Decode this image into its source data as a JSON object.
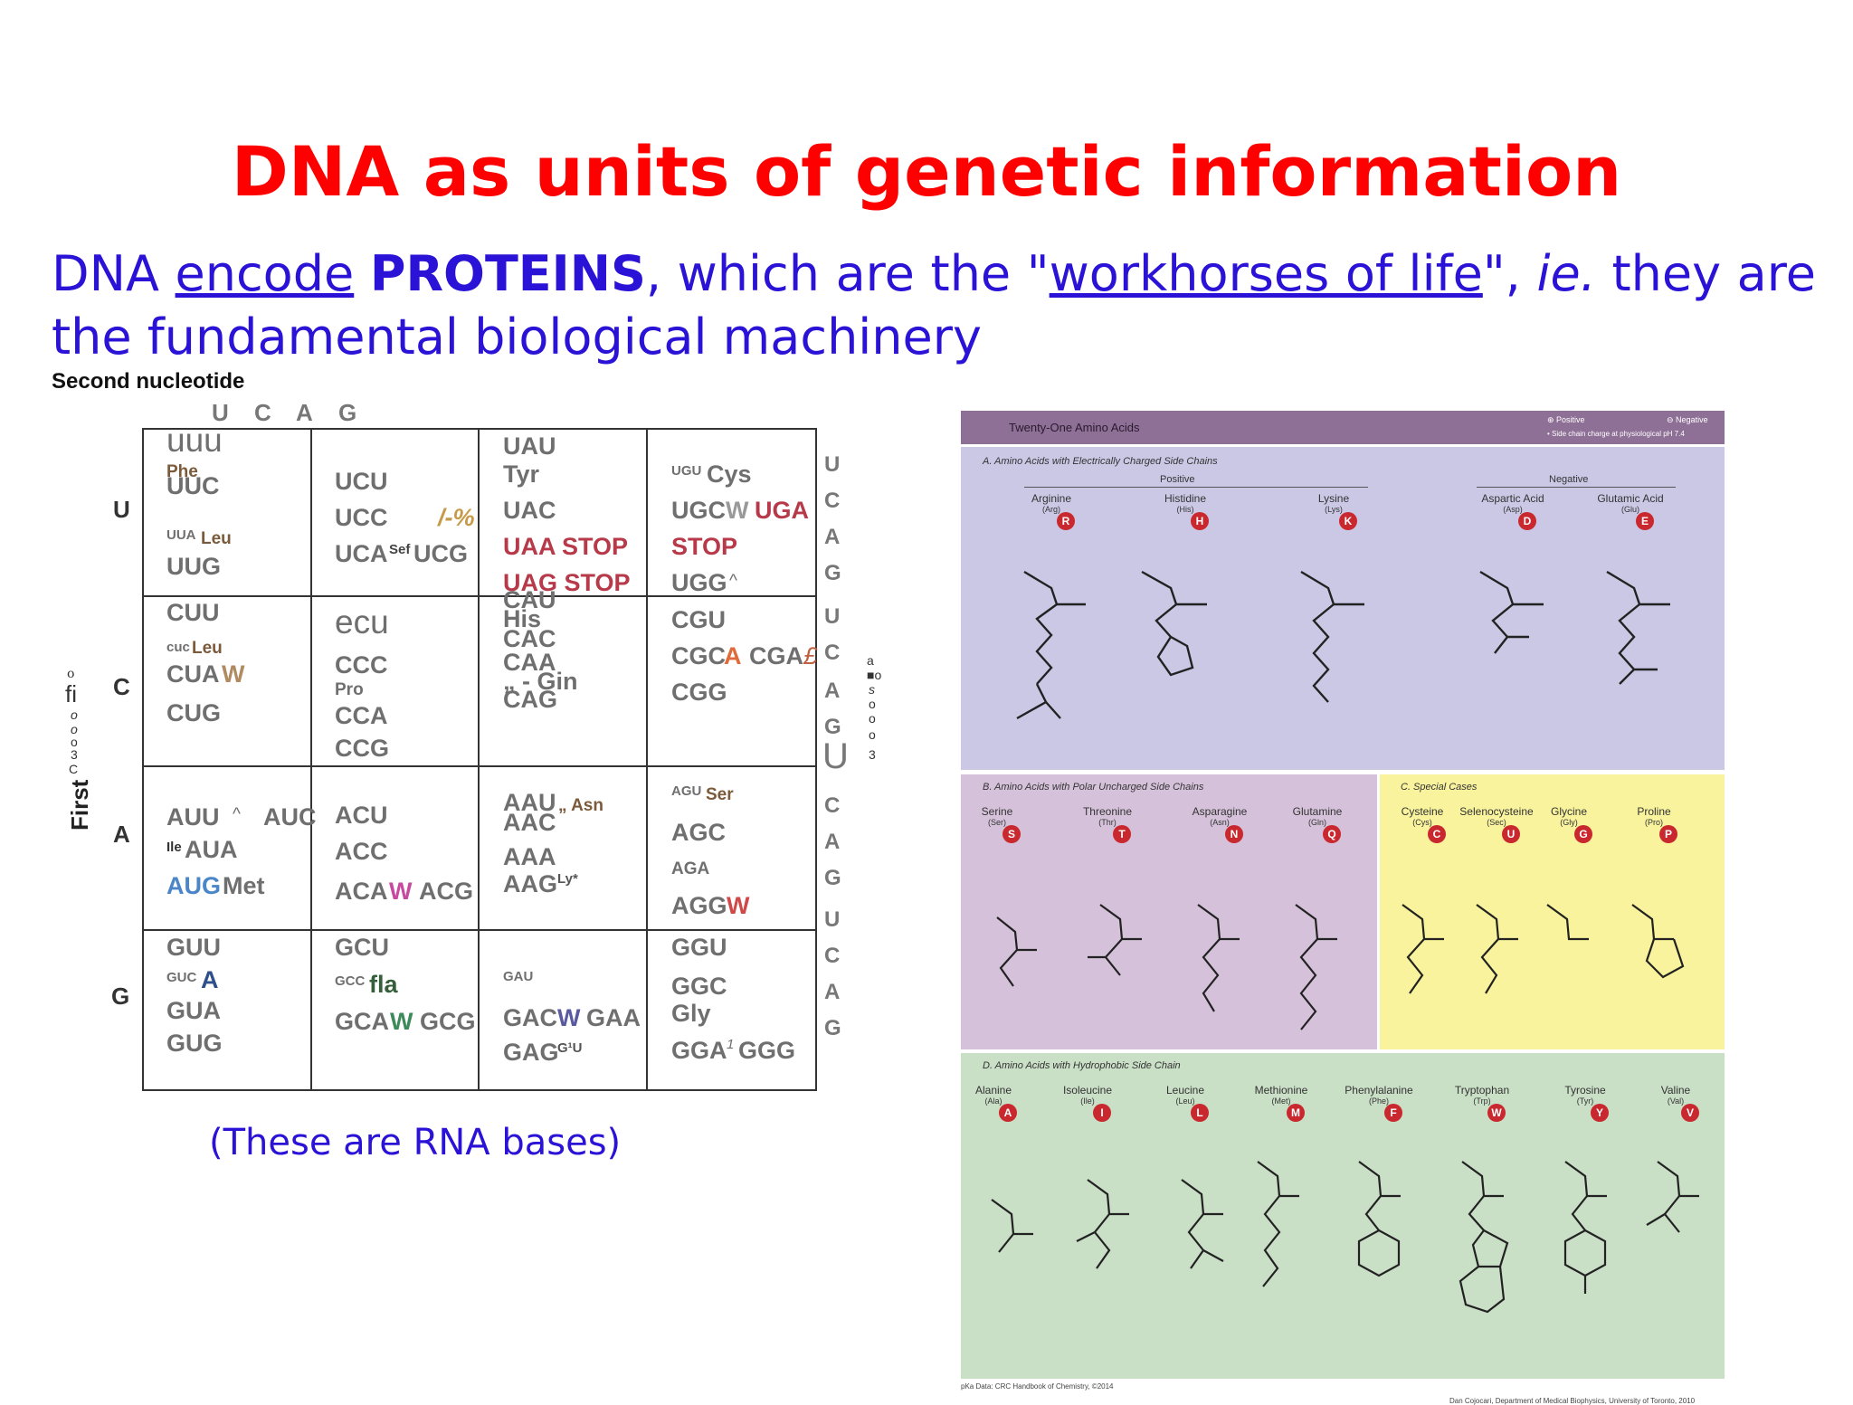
{
  "title": "DNA as units of genetic information",
  "intro": {
    "p1": "DNA ",
    "encode": "encode",
    "p2": " ",
    "proteins": "PROTEINS",
    "p3": ", which are the \"",
    "workhorses": "workhorses of life",
    "p4": "\", ",
    "ie": "ie.",
    "p5": " they are the fundamental biological machinery"
  },
  "codon_table": {
    "second_label": "Second nucleotide",
    "second_bases": [
      "U",
      "C",
      "A",
      "G"
    ],
    "first_label": "First",
    "first_bases": [
      "U",
      "C",
      "A",
      "G"
    ],
    "left_fragments": [
      "o",
      "fi",
      "o",
      "o",
      "o",
      "3",
      "C"
    ],
    "third_bases": [
      "U",
      "C",
      "A",
      "G",
      "U",
      "C",
      "A",
      "G",
      "U",
      "C",
      "A",
      "G",
      "U",
      "C",
      "A",
      "G"
    ],
    "right_fragments": [
      "a",
      "■o",
      "s",
      "o",
      "o",
      "o",
      "3"
    ],
    "cells": {
      "uu": {
        "uuu": "uuu",
        "phe": "Phe",
        "uuc": "UUC",
        "uua": "UUA",
        "leu": "Leu",
        "uug": "UUG"
      },
      "uc": {
        "ucu": "UCU",
        "ucc": "UCC",
        "mark": "/-%",
        "uca": "UCA",
        "ser": "Sef",
        "ucg": "UCG"
      },
      "ua": {
        "uau": "UAU",
        "tyr": "Tyr",
        "uac": "UAC",
        "uaa": "UAA STOP",
        "uag": "UAG STOP"
      },
      "ug": {
        "ugu": "UGU",
        "cys": "Cys",
        "ugc": "UGC",
        "w": "W",
        "uga": "UGA",
        "stop": "STOP",
        "ugg": "UGG",
        "caret": "^"
      },
      "cu": {
        "cuu": "CUU",
        "cuc": "cuc",
        "leu": "Leu",
        "cua": "CUA",
        "w": "W",
        "cug": "CUG"
      },
      "cc": {
        "ecu": "ecu",
        "ccc": "CCC",
        "pro": "Pro",
        "cca": "CCA",
        "ccg": "CCG"
      },
      "ca": {
        "cau": "CAU",
        "his": "His",
        "cac": "CAC",
        "caa": "CAA",
        "gin": "„ - Gin",
        "cag": "CAG"
      },
      "cg": {
        "cgu": "CGU",
        "cgc": "CGC",
        "a": "A",
        "cga": "CGA",
        "pound": "£",
        "cgg": "CGG"
      },
      "au": {
        "auu": "AUU",
        "caret": "^",
        "auc": "AUC",
        "ile": "Ile",
        "aua": "AUA",
        "aug": "AUG",
        "met": "Met"
      },
      "ac": {
        "acu": "ACU",
        "acc": "ACC",
        "aca": "ACA",
        "w": "W",
        "acg": "ACG"
      },
      "aa": {
        "aau": "AAU",
        "asn": "„ Asn",
        "aac": "AAC",
        "aaa": "AAA",
        "aag": "AAG",
        "lys": "Ly*"
      },
      "ag": {
        "agu": "AGU",
        "ser": "Ser",
        "agc": "AGC",
        "aga": "AGA",
        "agg": "AGG",
        "w": "W"
      },
      "gu": {
        "guu": "GUU",
        "guc": "GUC",
        "a": "A",
        "gua": "GUA",
        "gug": "GUG"
      },
      "gc": {
        "gcu": "GCU",
        "gcc": "GCC",
        "fla": "fla",
        "gca": "GCA",
        "w": "W",
        "gcg": "GCG"
      },
      "ga": {
        "gau": "GAU",
        "gac": "GAC",
        "w": "W",
        "gaa": "GAA",
        "gag": "GAG",
        "glu": "G¹U"
      },
      "gg": {
        "ggu": "GGU",
        "ggc": "GGC",
        "gly": "Gly",
        "gga": "GGA",
        "one": "1",
        "ggg": "GGG"
      }
    },
    "caption": "(These are RNA bases)"
  },
  "amino_acid_chart": {
    "header": "Twenty-One Amino Acids",
    "legend": [
      "Positive",
      "Negative"
    ],
    "legend_note": "• Side chain charge at physiological pH 7.4",
    "colors": {
      "header": "#8e6f95",
      "charged": "#cbc8e6",
      "polar": "#d5c2da",
      "special": "#f8f39c",
      "hydrophobic": "#c9dfc6",
      "badge": "#c8282e"
    },
    "panels": {
      "a": {
        "label": "A.  Amino Acids with Electrically Charged Side Chains",
        "positive": "Positive",
        "negative": "Negative",
        "acids": [
          {
            "name": "Arginine",
            "abbr": "(Arg)",
            "code": "R"
          },
          {
            "name": "Histidine",
            "abbr": "(His)",
            "code": "H"
          },
          {
            "name": "Lysine",
            "abbr": "(Lys)",
            "code": "K"
          },
          {
            "name": "Aspartic Acid",
            "abbr": "(Asp)",
            "code": "D"
          },
          {
            "name": "Glutamic Acid",
            "abbr": "(Glu)",
            "code": "E"
          }
        ]
      },
      "b": {
        "label": "B.  Amino Acids with Polar Uncharged Side Chains",
        "acids": [
          {
            "name": "Serine",
            "abbr": "(Ser)",
            "code": "S"
          },
          {
            "name": "Threonine",
            "abbr": "(Thr)",
            "code": "T"
          },
          {
            "name": "Asparagine",
            "abbr": "(Asn)",
            "code": "N"
          },
          {
            "name": "Glutamine",
            "abbr": "(Gln)",
            "code": "Q"
          }
        ]
      },
      "c": {
        "label": "C.  Special Cases",
        "acids": [
          {
            "name": "Cysteine",
            "abbr": "(Cys)",
            "code": "C"
          },
          {
            "name": "Selenocysteine",
            "abbr": "(Sec)",
            "code": "U"
          },
          {
            "name": "Glycine",
            "abbr": "(Gly)",
            "code": "G"
          },
          {
            "name": "Proline",
            "abbr": "(Pro)",
            "code": "P"
          }
        ]
      },
      "d": {
        "label": "D.  Amino Acids with Hydrophobic Side Chain",
        "acids": [
          {
            "name": "Alanine",
            "abbr": "(Ala)",
            "code": "A"
          },
          {
            "name": "Isoleucine",
            "abbr": "(Ile)",
            "code": "I"
          },
          {
            "name": "Leucine",
            "abbr": "(Leu)",
            "code": "L"
          },
          {
            "name": "Methionine",
            "abbr": "(Met)",
            "code": "M"
          },
          {
            "name": "Phenylalanine",
            "abbr": "(Phe)",
            "code": "F"
          },
          {
            "name": "Tryptophan",
            "abbr": "(Trp)",
            "code": "W"
          },
          {
            "name": "Tyrosine",
            "abbr": "(Tyr)",
            "code": "Y"
          },
          {
            "name": "Valine",
            "abbr": "(Val)",
            "code": "V"
          }
        ]
      }
    },
    "footer_left": "pKa Data: CRC Handbook of Chemistry, ©2014",
    "footer_right": "Dan Cojocari, Department of Medical Biophysics, University of Toronto, 2010"
  }
}
